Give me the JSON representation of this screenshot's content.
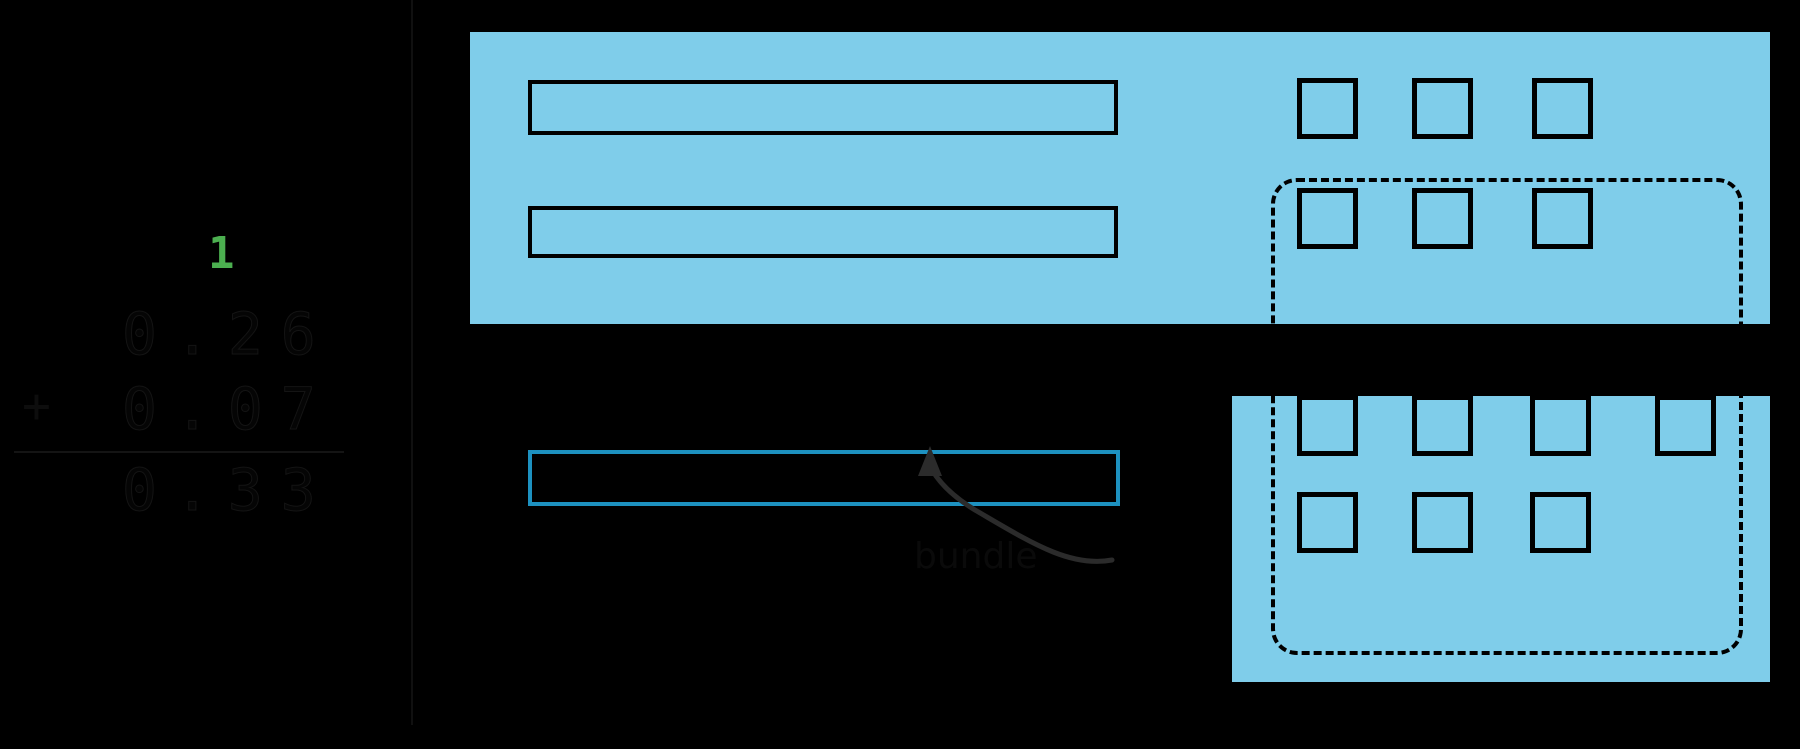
{
  "arithmetic": {
    "carry": "1",
    "operator": "+",
    "addend_1": "0.26",
    "addend_2": "0.07",
    "sum": "0.33",
    "carry_color": "#4caf50"
  },
  "annotation": {
    "bundle_label": "bundle",
    "arrow_icon": "curved-arrow-icon"
  },
  "colors": {
    "panel_blue": "#7fcdea",
    "highlight_blue": "#1d91c0",
    "outline_black": "#000000",
    "background": "#000000",
    "carry_green": "#4caf50"
  },
  "top_panel": {
    "name": "tenths-and-hundredths-panel",
    "bars": [
      {
        "label": "tenths-bar-1"
      },
      {
        "label": "tenths-bar-2"
      }
    ],
    "unit_rows": [
      {
        "row": "hundredths-row-1",
        "count": 3,
        "inside_bundle": false
      },
      {
        "row": "hundredths-row-2",
        "count": 3,
        "inside_bundle": true
      }
    ]
  },
  "bottom_panel": {
    "name": "regrouped-hundredths-panel",
    "unit_rows": [
      {
        "row": "hundredths-row-1",
        "count": 4,
        "inside_bundle": 3
      },
      {
        "row": "hundredths-row-2",
        "count": 3,
        "inside_bundle": 3
      }
    ]
  },
  "highlighted_bar": {
    "name": "bundled-tenth-bar",
    "count": 1
  }
}
